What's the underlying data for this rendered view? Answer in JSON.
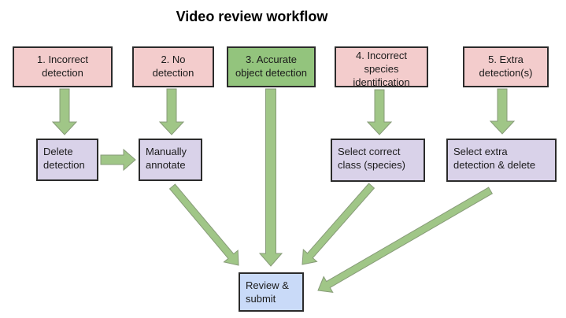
{
  "title": "Video review workflow",
  "colors": {
    "pink": "#f3cccc",
    "green": "#93c47d",
    "lavender": "#d9d2e9",
    "blue": "#c9daf8",
    "border": "#2b2b2b",
    "arrow_fill": "#a0c687",
    "arrow_stroke": "#879b78",
    "text": "#1a1a1a",
    "background": "#ffffff"
  },
  "nodes": {
    "step1": {
      "label": "1. Incorrect\ndetection",
      "color": "pink"
    },
    "step2": {
      "label": "2. No\ndetection",
      "color": "pink"
    },
    "step3": {
      "label": "3. Accurate\nobject detection",
      "color": "green"
    },
    "step4": {
      "label": "4. Incorrect\nspecies\nidentification",
      "color": "pink"
    },
    "step5": {
      "label": "5. Extra\ndetection(s)",
      "color": "pink"
    },
    "delete_detection": {
      "label": "Delete\ndetection",
      "color": "lavender"
    },
    "manually_annotate": {
      "label": "Manually\nannotate",
      "color": "lavender"
    },
    "select_correct": {
      "label": "Select correct\nclass (species)",
      "color": "lavender"
    },
    "select_extra": {
      "label": "Select extra\ndetection & delete",
      "color": "lavender"
    },
    "review_submit": {
      "label": "Review &\nsubmit",
      "color": "blue"
    }
  },
  "edges": [
    {
      "from": "1. Incorrect detection",
      "to": "Delete detection"
    },
    {
      "from": "2. No detection",
      "to": "Manually annotate"
    },
    {
      "from": "3. Accurate object detection",
      "to": "Review & submit"
    },
    {
      "from": "4. Incorrect species identification",
      "to": "Select correct class (species)"
    },
    {
      "from": "5. Extra detection(s)",
      "to": "Select extra detection & delete"
    },
    {
      "from": "Delete detection",
      "to": "Manually annotate"
    },
    {
      "from": "Manually annotate",
      "to": "Review & submit"
    },
    {
      "from": "Select correct class (species)",
      "to": "Review & submit"
    },
    {
      "from": "Select extra detection & delete",
      "to": "Review & submit"
    }
  ]
}
